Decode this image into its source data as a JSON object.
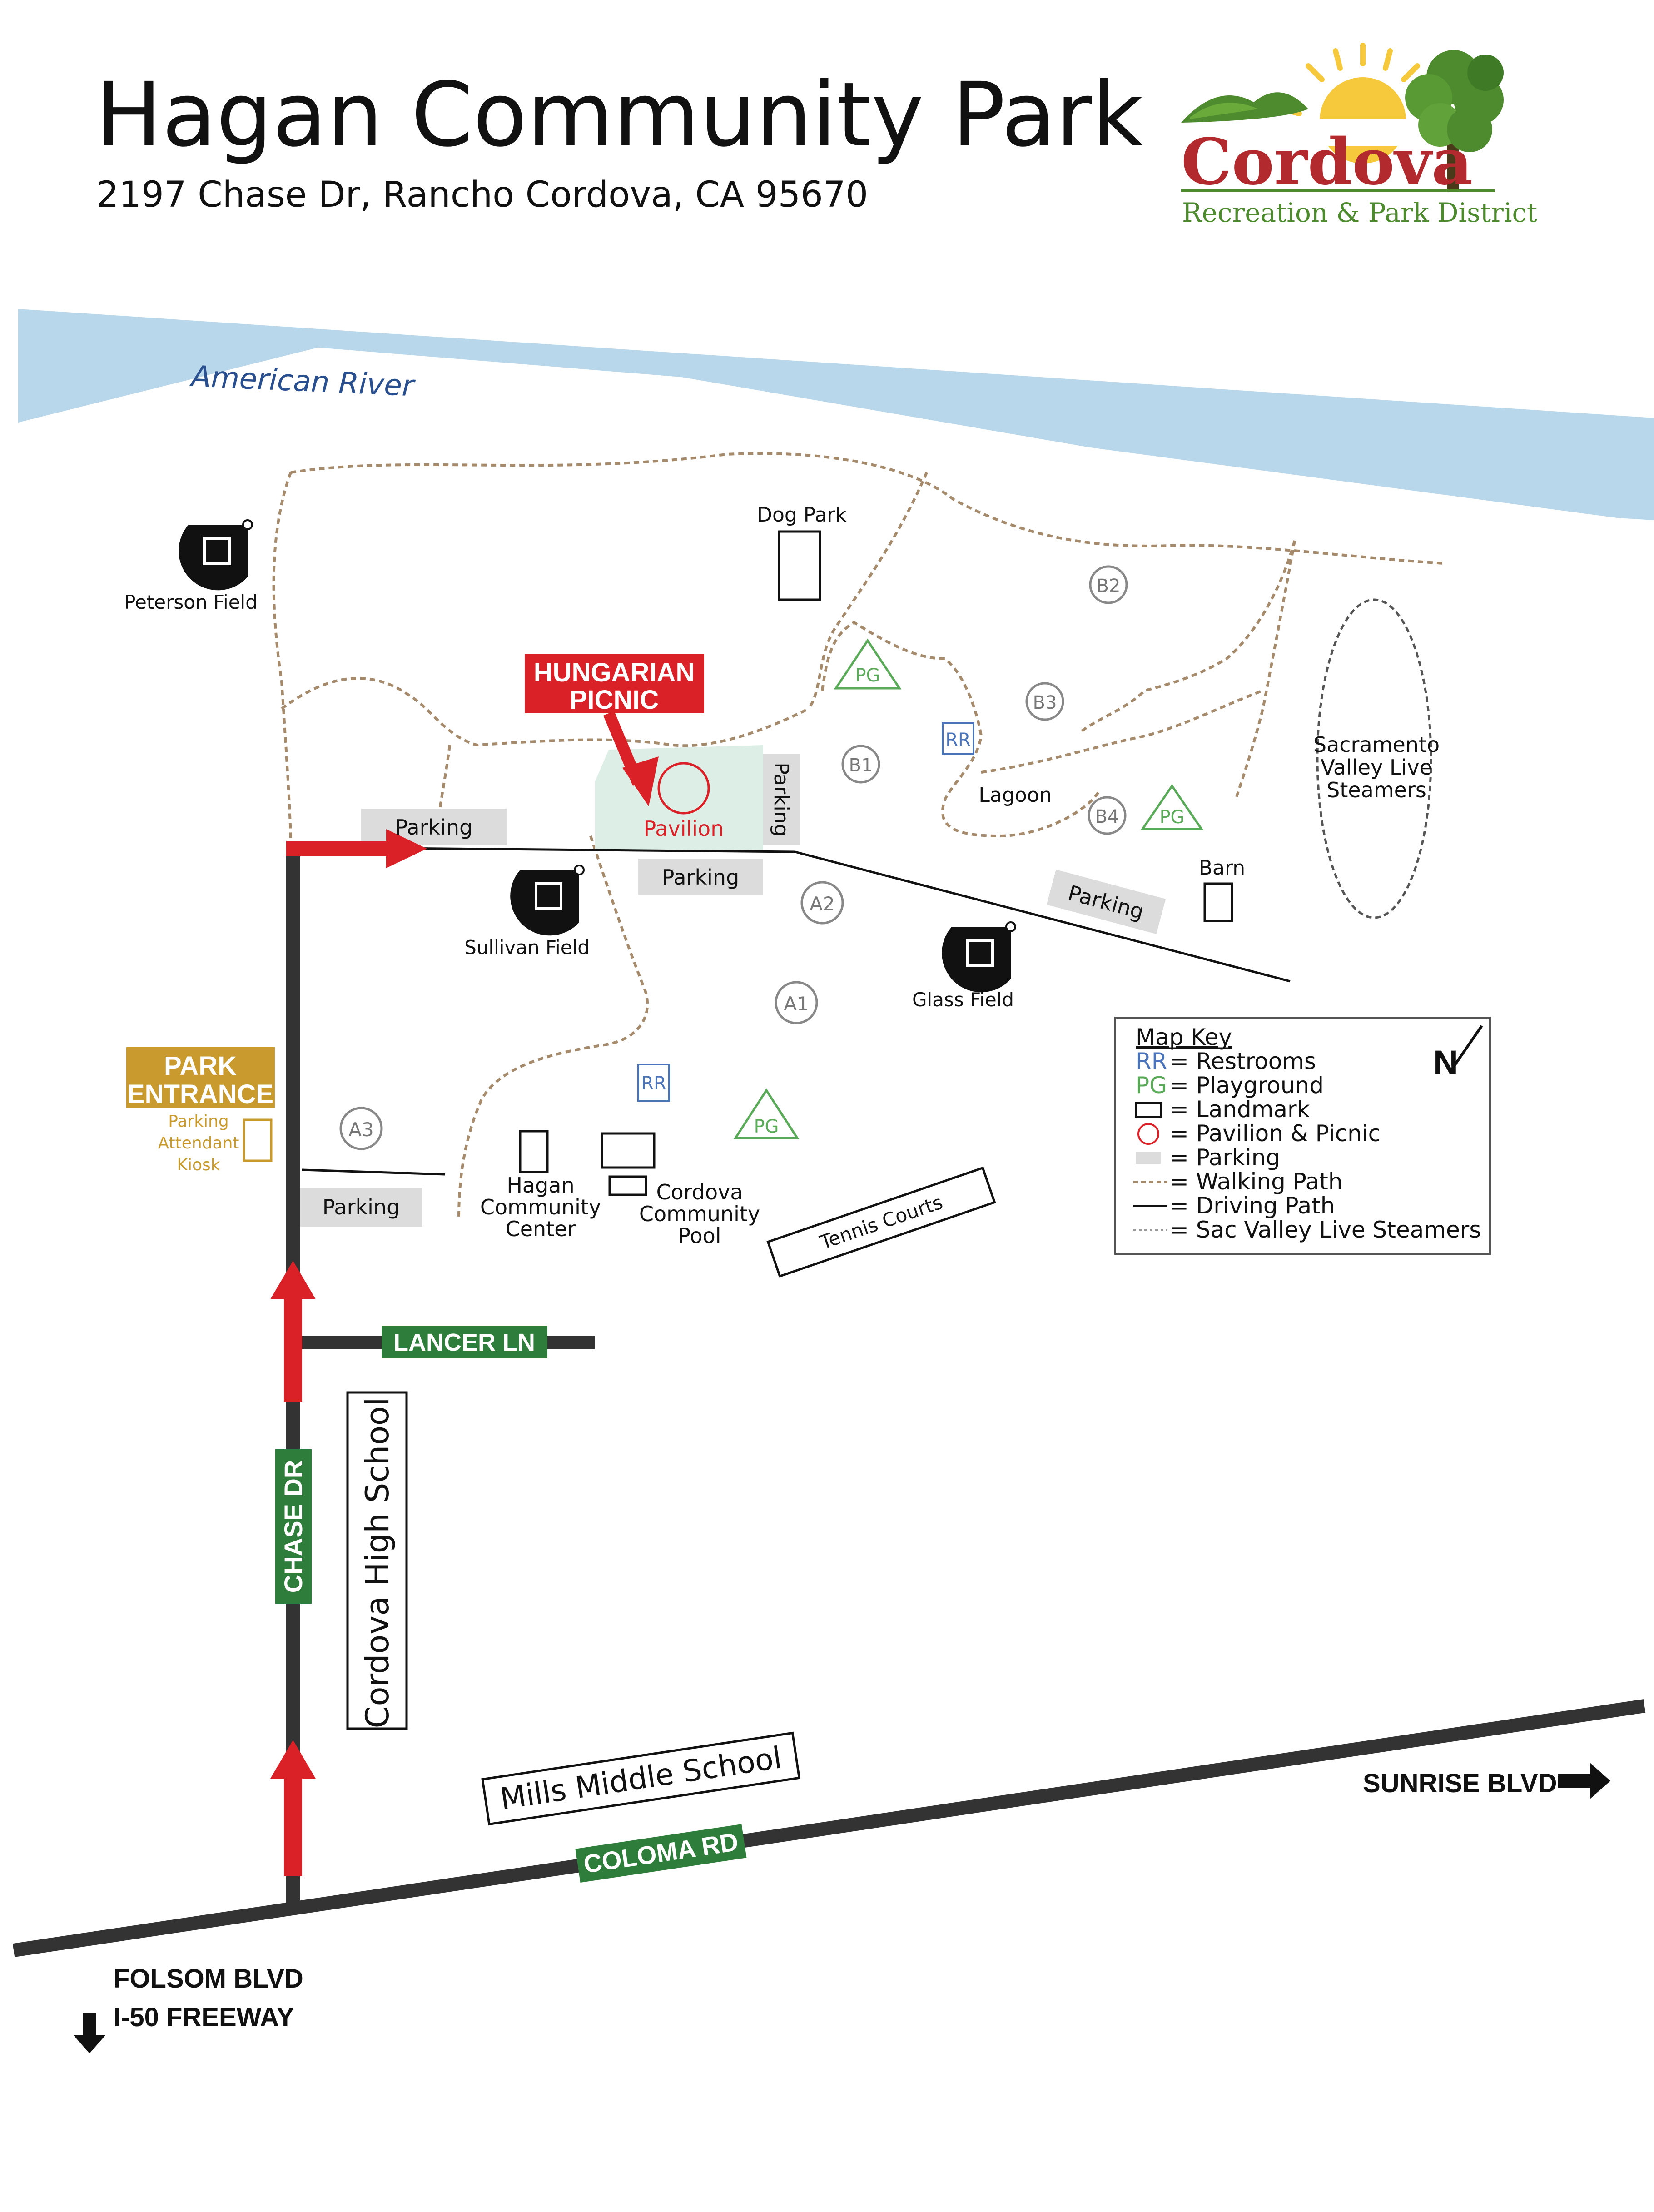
{
  "header": {
    "title": "Hagan Community Park",
    "address": "2197 Chase Dr, Rancho Cordova, CA 95670"
  },
  "logo": {
    "name": "Cordova",
    "subtitle": "Recreation & Park District"
  },
  "river": {
    "label": "American River"
  },
  "callout": {
    "line1": "HUNGARIAN",
    "line2": "PICNIC"
  },
  "places": {
    "dog_park": "Dog Park",
    "peterson_field": "Peterson Field",
    "sullivan_field": "Sullivan Field",
    "glass_field": "Glass Field",
    "pavilion": "Pavilion",
    "lagoon": "Lagoon",
    "barn": "Barn",
    "steamers_1": "Sacramento",
    "steamers_2": "Valley Live",
    "steamers_3": "Steamers",
    "hagan_1": "Hagan",
    "hagan_2": "Community",
    "hagan_3": "Center",
    "pool_1": "Cordova",
    "pool_2": "Community",
    "pool_3": "Pool",
    "tennis": "Tennis Courts",
    "high_school": "Cordova High School",
    "middle_school": "Mills Middle School"
  },
  "parking": {
    "p1": "Parking",
    "p2": "Parking",
    "p3": "Parking",
    "p4": "Parking",
    "p5": "Parking"
  },
  "markers": {
    "b1": "B1",
    "b2": "B2",
    "b3": "B3",
    "b4": "B4",
    "a1": "A1",
    "a2": "A2",
    "a3": "A3",
    "rr": "RR",
    "pg": "PG"
  },
  "entrance": {
    "line1": "PARK",
    "line2": "ENTRANCE",
    "kiosk1": "Parking",
    "kiosk2": "Attendant",
    "kiosk3": "Kiosk"
  },
  "roads": {
    "lancer": "LANCER LN",
    "chase": "CHASE DR",
    "coloma": "COLOMA RD",
    "sunrise": "SUNRISE BLVD",
    "folsom": "FOLSOM BLVD",
    "freeway": "I-50 FREEWAY"
  },
  "legend": {
    "title": "Map Key",
    "rr_code": "RR",
    "rr_text": "= Restrooms",
    "pg_code": "PG",
    "pg_text": "= Playground",
    "landmark": "= Landmark",
    "pavilion": "= Pavilion & Picnic",
    "parking": "= Parking",
    "walking": "= Walking Path",
    "driving": "= Driving Path",
    "steamers": "= Sac Valley Live Steamers",
    "north": "N"
  },
  "colors": {
    "river": "#b9d7ea",
    "road": "#333333",
    "arrow_red": "#da2128",
    "road_sign_green": "#2e7d3a",
    "entrance_gold": "#c99a2e",
    "trail": "#a58a6c",
    "parking_gray": "#dcdcdc",
    "pavilion_green": "#ddeee6",
    "restroom_blue": "#4a73b8",
    "playground_green": "#5aaa5a",
    "logo_red": "#b22a2e",
    "logo_green": "#4e8a2e"
  }
}
